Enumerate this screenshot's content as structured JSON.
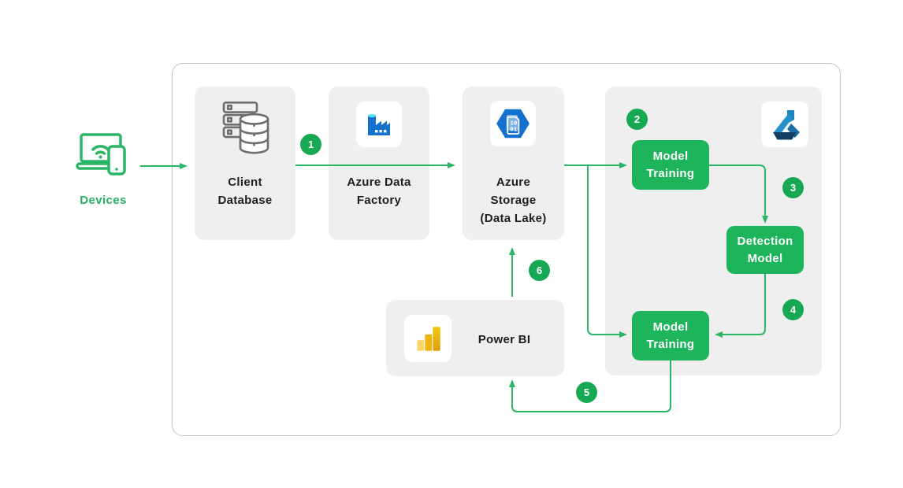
{
  "colors": {
    "arrow_green": "#2bb567",
    "badge_green": "#17a854",
    "node_green": "#1db45b",
    "box_gray": "#efefef",
    "container_border": "#c6c6c6",
    "icon_gray": "#6e6e6e",
    "azure_blue": "#1471ce",
    "azure_cyan": "#50e6ff",
    "powerbi_gold": "#f2c811",
    "label_dark": "#1e1e1e"
  },
  "devices": {
    "label": "Devices",
    "icon": "laptop-phone-icon"
  },
  "nodes": {
    "client_database": {
      "lines": [
        "Client",
        "Database"
      ],
      "icon": "server-database-icon"
    },
    "azure_data_factory": {
      "lines": [
        "Azure Data",
        "Factory"
      ],
      "icon": "factory-icon"
    },
    "azure_storage": {
      "lines": [
        "Azure",
        "Storage",
        "(Data Lake)"
      ],
      "icon": "storage-hexagon-icon",
      "icon_text": [
        "10",
        "01"
      ]
    },
    "ml_workspace": {
      "icon": "azure-ml-flask-icon"
    },
    "model_training_top": {
      "lines": [
        "Model",
        "Training"
      ]
    },
    "detection_model": {
      "lines": [
        "Detection",
        "Model"
      ]
    },
    "model_training_bottom": {
      "lines": [
        "Model",
        "Training"
      ]
    },
    "power_bi": {
      "label": "Power BI",
      "icon": "powerbi-bars-icon"
    }
  },
  "badges": {
    "b1": "1",
    "b2": "2",
    "b3": "3",
    "b4": "4",
    "b5": "5",
    "b6": "6"
  }
}
